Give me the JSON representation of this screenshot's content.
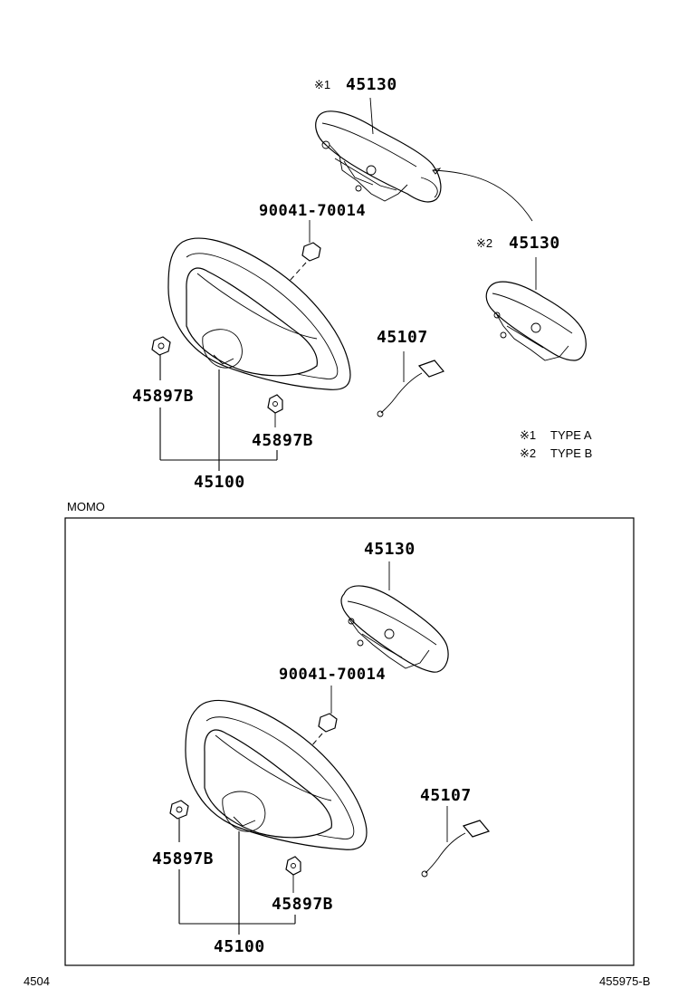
{
  "top": {
    "airbag_a": {
      "mark": "※1",
      "part": "45130"
    },
    "nut": "90041-70014",
    "airbag_b": {
      "mark": "※2",
      "part": "45130"
    },
    "wire": "45107",
    "bolt_left": "45897B",
    "bolt_right": "45897B",
    "wheel": "45100",
    "legend": [
      {
        "mark": "※1",
        "text": "TYPE A"
      },
      {
        "mark": "※2",
        "text": "TYPE B"
      }
    ]
  },
  "momo": {
    "title": "MOMO",
    "airbag": "45130",
    "nut": "90041-70014",
    "wire": "45107",
    "bolt_left": "45897B",
    "bolt_right": "45897B",
    "wheel": "45100"
  },
  "footer": {
    "page": "4504",
    "code": "455975-B"
  }
}
